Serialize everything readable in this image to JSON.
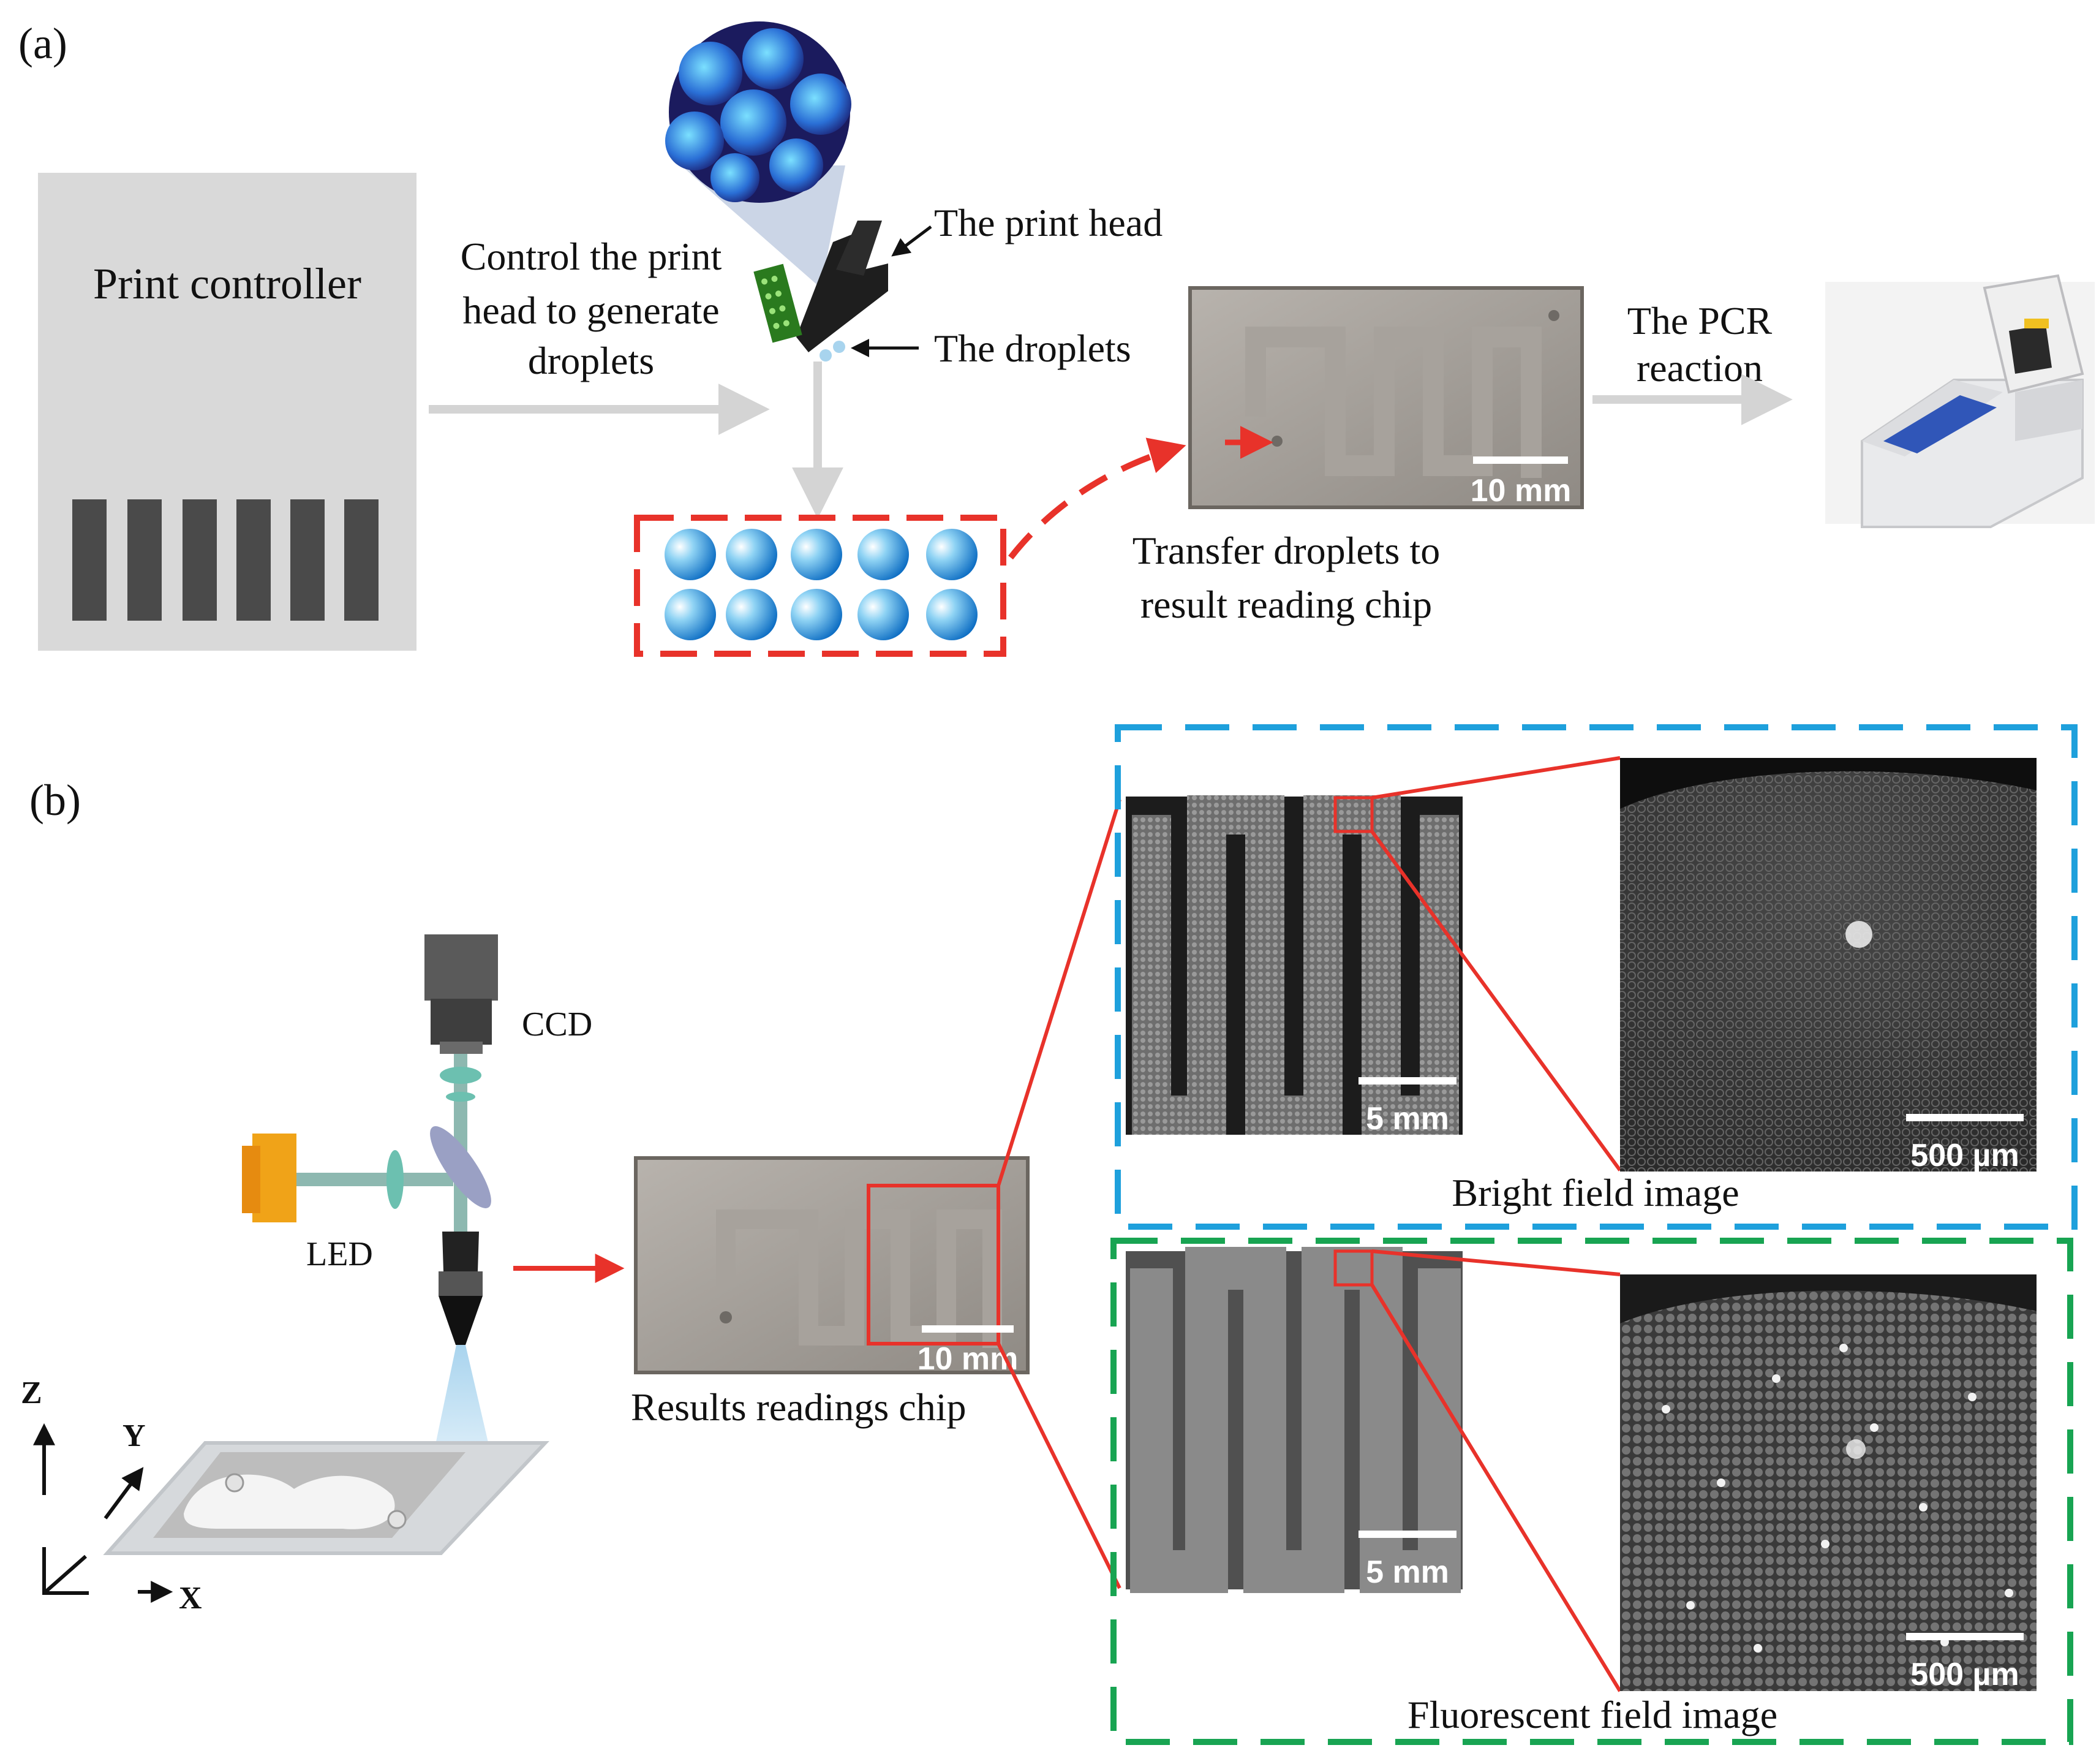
{
  "panel_a": {
    "label": "(a)",
    "print_controller": "Print controller",
    "step1_line1": "Control the print",
    "step1_line2": "head to generate",
    "step1_line3": "droplets",
    "print_head": "The print head",
    "droplets": "The droplets",
    "chip_scale": "10 mm",
    "transfer_line1": "Transfer droplets to",
    "transfer_line2": "result reading chip",
    "pcr_line1": "The PCR",
    "pcr_line2": "reaction"
  },
  "panel_b": {
    "label": "(b)",
    "ccd": "CCD",
    "led": "LED",
    "axis_z": "Z",
    "axis_y": "Y",
    "axis_x": "X",
    "chip_scale": "10 mm",
    "chip_caption": "Results readings chip",
    "bright_scale_chip": "5 mm",
    "bright_scale_zoom": "500 µm",
    "bright_caption": "Bright field image",
    "fluor_scale_chip": "5 mm",
    "fluor_scale_zoom": "500 µm",
    "fluor_caption": "Fluorescent field image"
  },
  "colors": {
    "red": "#e8322a",
    "blue_box": "#1ea0dc",
    "green_box": "#18a452",
    "controller_gray": "#d9d9d9",
    "bar_gray": "#4a4a4a",
    "arrow_gray": "#d4d4d4"
  }
}
